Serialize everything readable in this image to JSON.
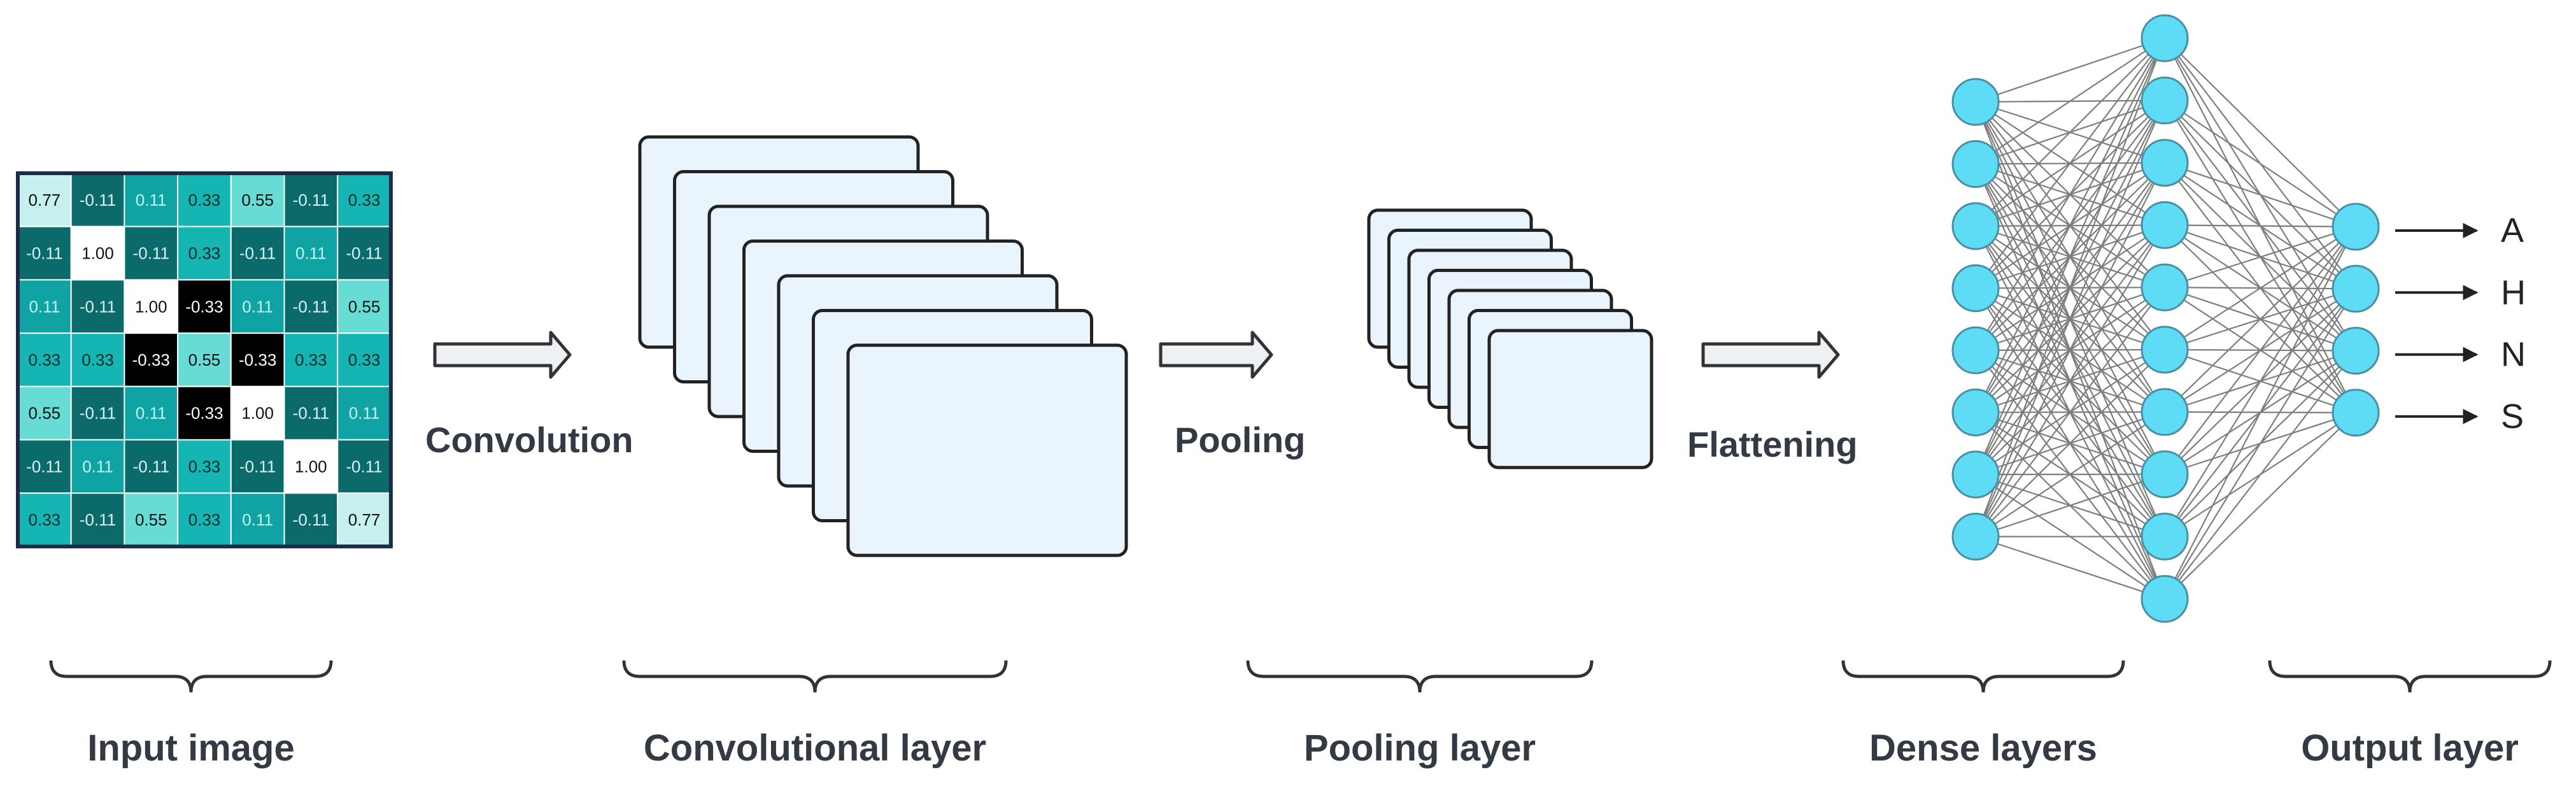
{
  "matrix": [
    [
      "0.77",
      "-0.11",
      "0.11",
      "0.33",
      "0.55",
      "-0.11",
      "0.33"
    ],
    [
      "-0.11",
      "1.00",
      "-0.11",
      "0.33",
      "-0.11",
      "0.11",
      "-0.11"
    ],
    [
      "0.11",
      "-0.11",
      "1.00",
      "-0.33",
      "0.11",
      "-0.11",
      "0.55"
    ],
    [
      "0.33",
      "0.33",
      "-0.33",
      "0.55",
      "-0.33",
      "0.33",
      "0.33"
    ],
    [
      "0.55",
      "-0.11",
      "0.11",
      "-0.33",
      "1.00",
      "-0.11",
      "0.11"
    ],
    [
      "-0.11",
      "0.11",
      "-0.11",
      "0.33",
      "-0.11",
      "1.00",
      "-0.11"
    ],
    [
      "0.33",
      "-0.11",
      "0.55",
      "0.33",
      "0.11",
      "-0.11",
      "0.77"
    ]
  ],
  "steps": {
    "convolution": "Convolution",
    "pooling": "Pooling",
    "flattening": "Flattening"
  },
  "sections": {
    "input": "Input image",
    "conv": "Convolutional layer",
    "pool": "Pooling layer",
    "dense": "Dense layers",
    "output": "Output layer"
  },
  "outputs": [
    "A",
    "H",
    "N",
    "S"
  ],
  "network": {
    "dense1_nodes": 8,
    "dense2_nodes": 10,
    "output_nodes": 4
  },
  "colors": {
    "node_fill": "#5fdcf5",
    "node_stroke": "#4a8fa3",
    "frame_fill": "#eaf4fc",
    "frame_stroke": "#222222",
    "label": "#333a44"
  }
}
